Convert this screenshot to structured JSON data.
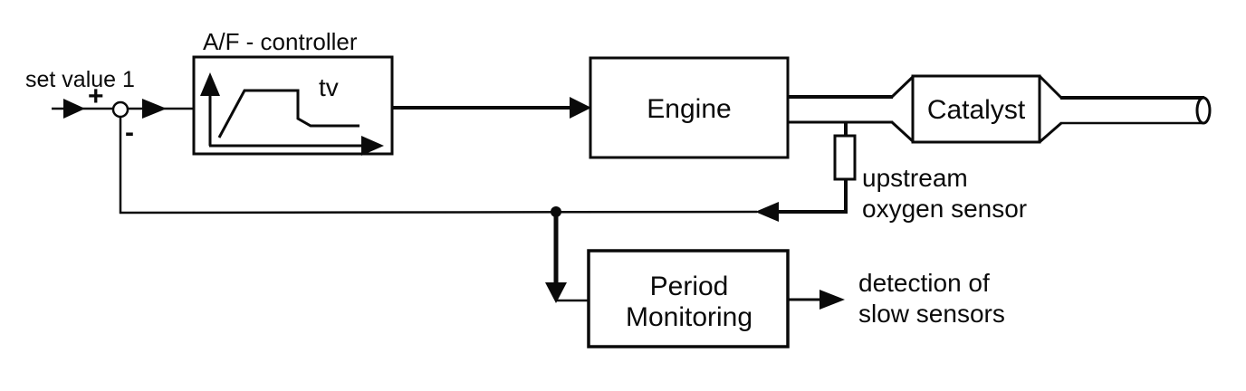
{
  "diagram": {
    "background": "#ffffff",
    "ink_color": "#0a0a0a",
    "input": {
      "label": "set value 1",
      "plus_sign": "+",
      "minus_sign": "-"
    },
    "controller": {
      "title": "A/F - controller",
      "graph_label": "tv"
    },
    "engine": {
      "label": "Engine"
    },
    "catalyst": {
      "label": "Catalyst"
    },
    "upstream_sensor": {
      "line1": "upstream",
      "line2": "oxygen sensor"
    },
    "period_monitoring": {
      "line1": "Period",
      "line2": "Monitoring"
    },
    "output": {
      "line1": "detection of",
      "line2": "slow sensors"
    }
  }
}
